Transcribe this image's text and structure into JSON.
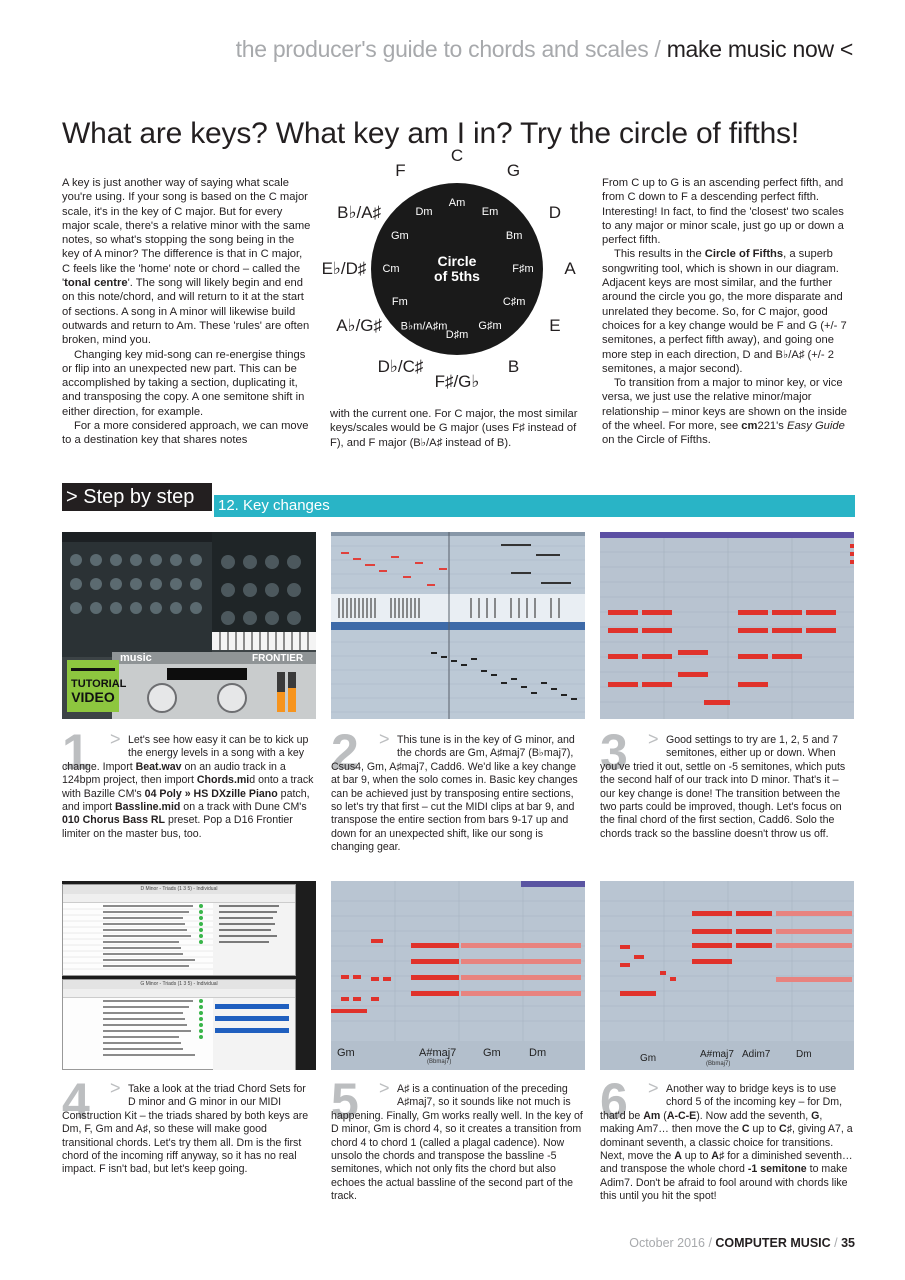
{
  "header": {
    "section": "the producer's guide to chords and scales",
    "sep": " / ",
    "magazine": "make music now <"
  },
  "title": "What are keys? What key am I in? Try the circle of fifths!",
  "circle": {
    "center_line1": "Circle",
    "center_line2": "of 5ths",
    "major": [
      "C",
      "G",
      "D",
      "A",
      "E",
      "B",
      "F♯/G♭",
      "D♭/C♯",
      "A♭/G♯",
      "E♭/D♯",
      "B♭/A♯",
      "F"
    ],
    "minor": [
      "Am",
      "Em",
      "Bm",
      "F♯m",
      "C♯m",
      "G♯m",
      "D♯m",
      "B♭m/A♯m",
      "Fm",
      "Cm",
      "Gm",
      "Dm"
    ]
  },
  "step_bar": {
    "tag": "> Step by step",
    "heading": "12. Key changes"
  },
  "screenshots": {
    "s1_badge_line1": "TUTORIAL",
    "s1_badge_line2": "VIDEO",
    "s1_plugin": "FRONTIER",
    "s1_brand": "music",
    "s5_chords": [
      "Gm",
      "A#maj7",
      "Gm",
      "Dm"
    ],
    "s5_sub": "(Bbmaj7)",
    "s6_chords": [
      "Gm",
      "A#maj7",
      "Adim7",
      "Dm"
    ],
    "s6_sub": "(Bbmaj7)",
    "s4_window1": "D Minor - Triads (1 3 5) - Individual",
    "s4_window2": "G Minor - Triads (1 3 5) - Individual"
  },
  "footer": {
    "date": "October 2016",
    "sep": " / ",
    "mag": "COMPUTER MUSIC",
    "page": "35"
  },
  "steps": [
    {
      "num": "1"
    },
    {
      "num": "2"
    },
    {
      "num": "3"
    },
    {
      "num": "4"
    },
    {
      "num": "5"
    },
    {
      "num": "6"
    }
  ]
}
